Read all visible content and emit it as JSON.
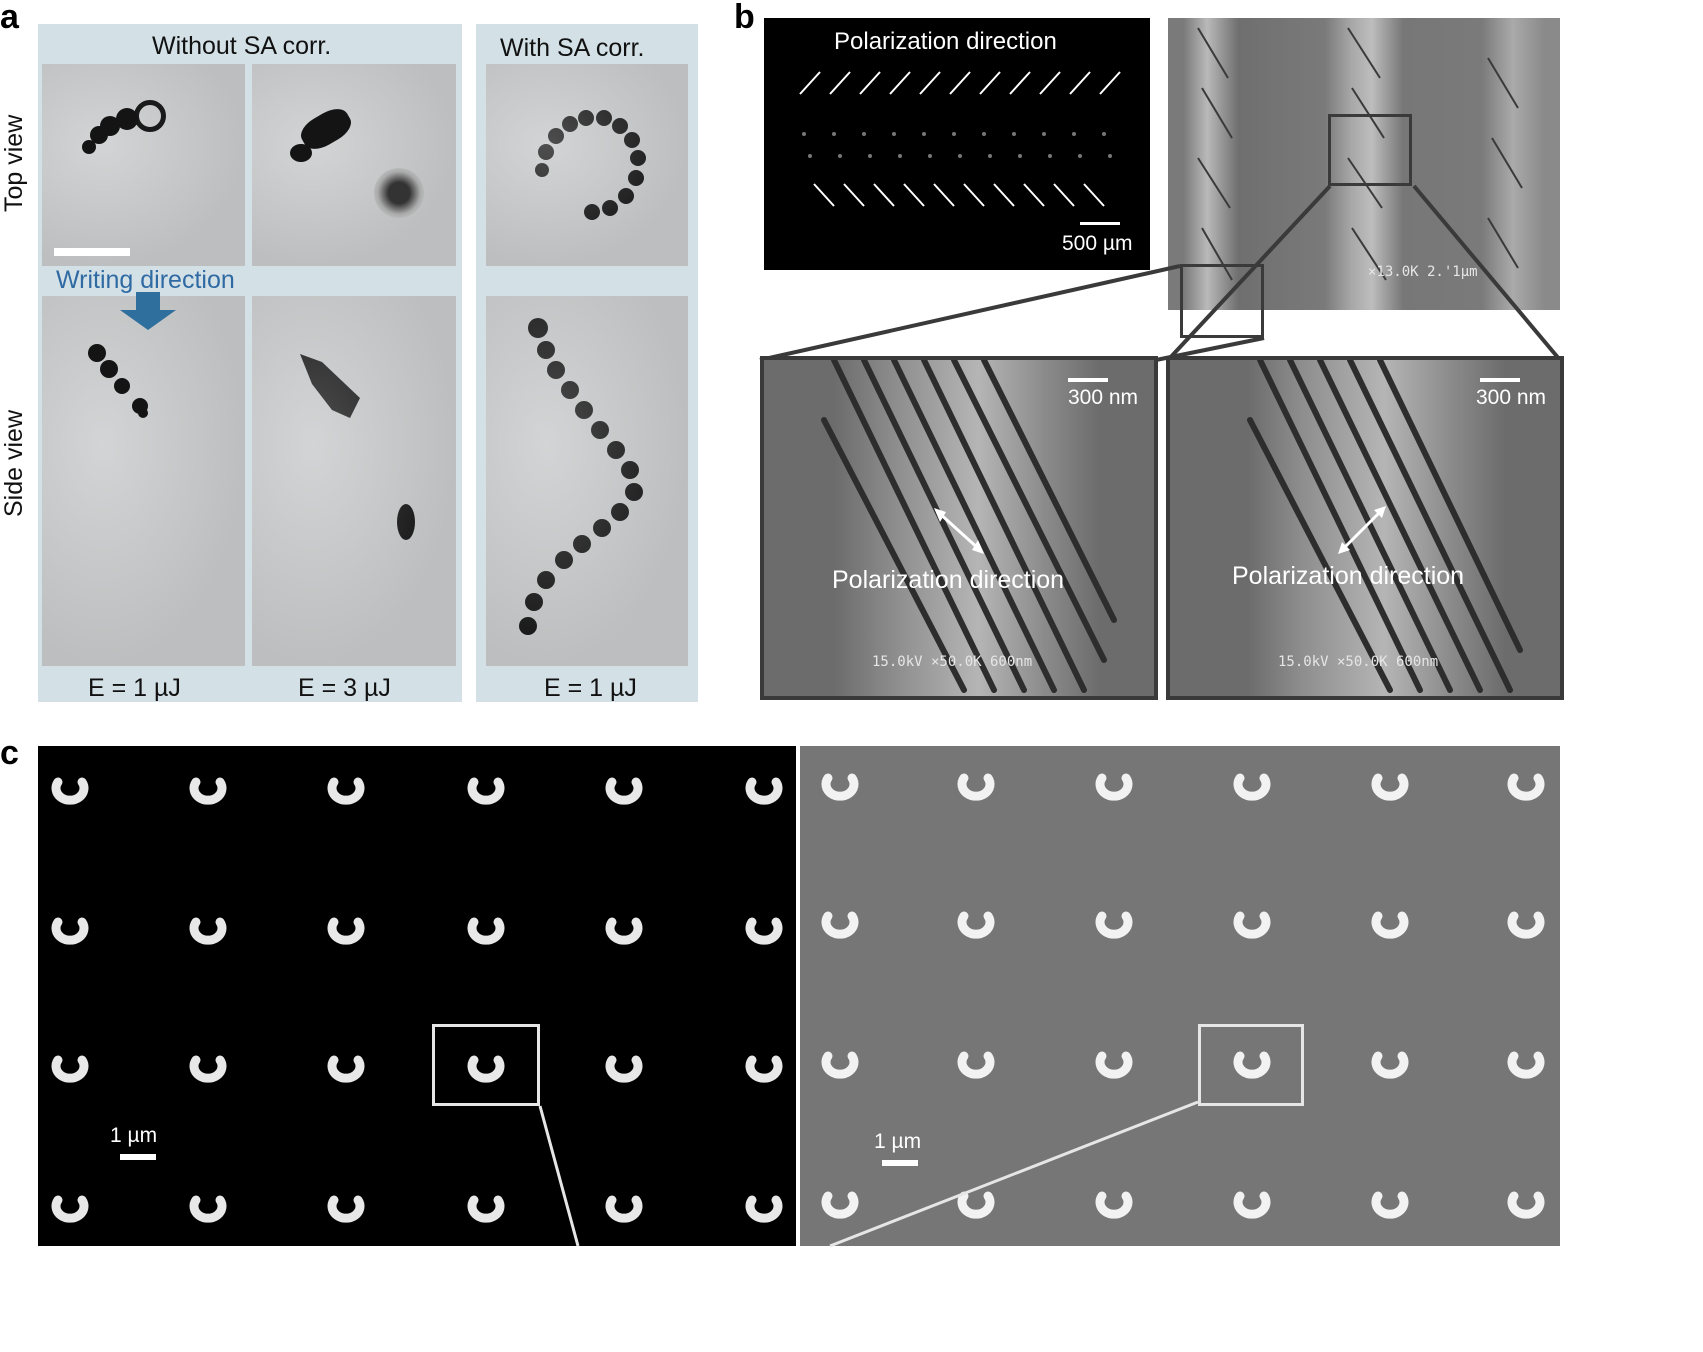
{
  "panel_a": {
    "letter": "a",
    "col_header_left": "Without SA corr.",
    "col_header_right": "With SA corr.",
    "row_label_top": "Top view",
    "row_label_side": "Side view",
    "writing_direction": "Writing direction",
    "energy_labels": [
      "E = 1 µJ",
      "E = 3 µJ",
      "E = 1 µJ"
    ],
    "colors": {
      "panel_background": "#d3e1e7",
      "writing_direction_text": "#2f6aa3",
      "arrow": "#2e6f9e"
    }
  },
  "panel_b": {
    "letter": "b",
    "inset_title": "Polarization direction",
    "inset_scalebar": "500 µm",
    "sem_footer_top": "×13.0K  2.'1µm",
    "zoom_left_scalebar": "300 nm",
    "zoom_right_scalebar": "300 nm",
    "zoom_left_label": "Polarization direction",
    "zoom_right_label": "Polarization direction",
    "sem_footer_left": "15.0kV ×50.0K  600nm",
    "sem_footer_right": "15.0kV ×50.0K  600nm"
  },
  "panel_c": {
    "letter": "c",
    "scalebar_left": "1 µm",
    "scalebar_right": "1 µm"
  }
}
